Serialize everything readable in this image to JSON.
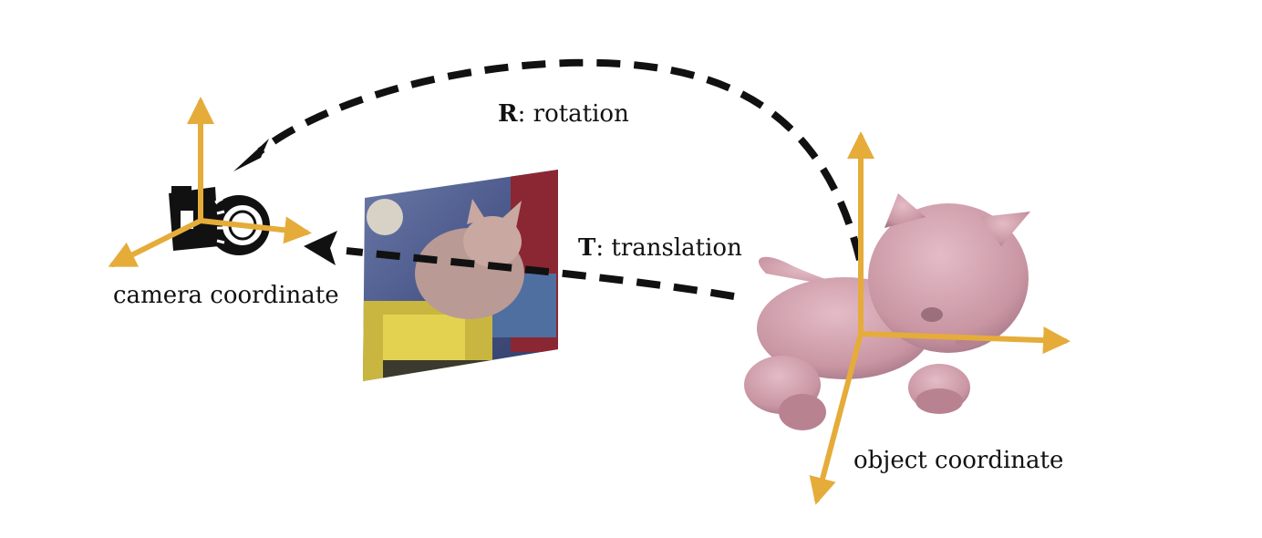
{
  "labels": {
    "rotation_symbol": "R",
    "rotation_text": ": rotation",
    "translation_symbol": "T",
    "translation_text": ": translation",
    "camera": "camera coordinate",
    "object": "object coordinate"
  },
  "colors": {
    "axis": "#E5AC3A",
    "arrow": "#111111",
    "object_body": "#D7A8B4",
    "object_shadow": "#9C6F7D",
    "background": "#FFFFFF"
  },
  "icons": [
    "camera-icon",
    "cat-figure"
  ]
}
